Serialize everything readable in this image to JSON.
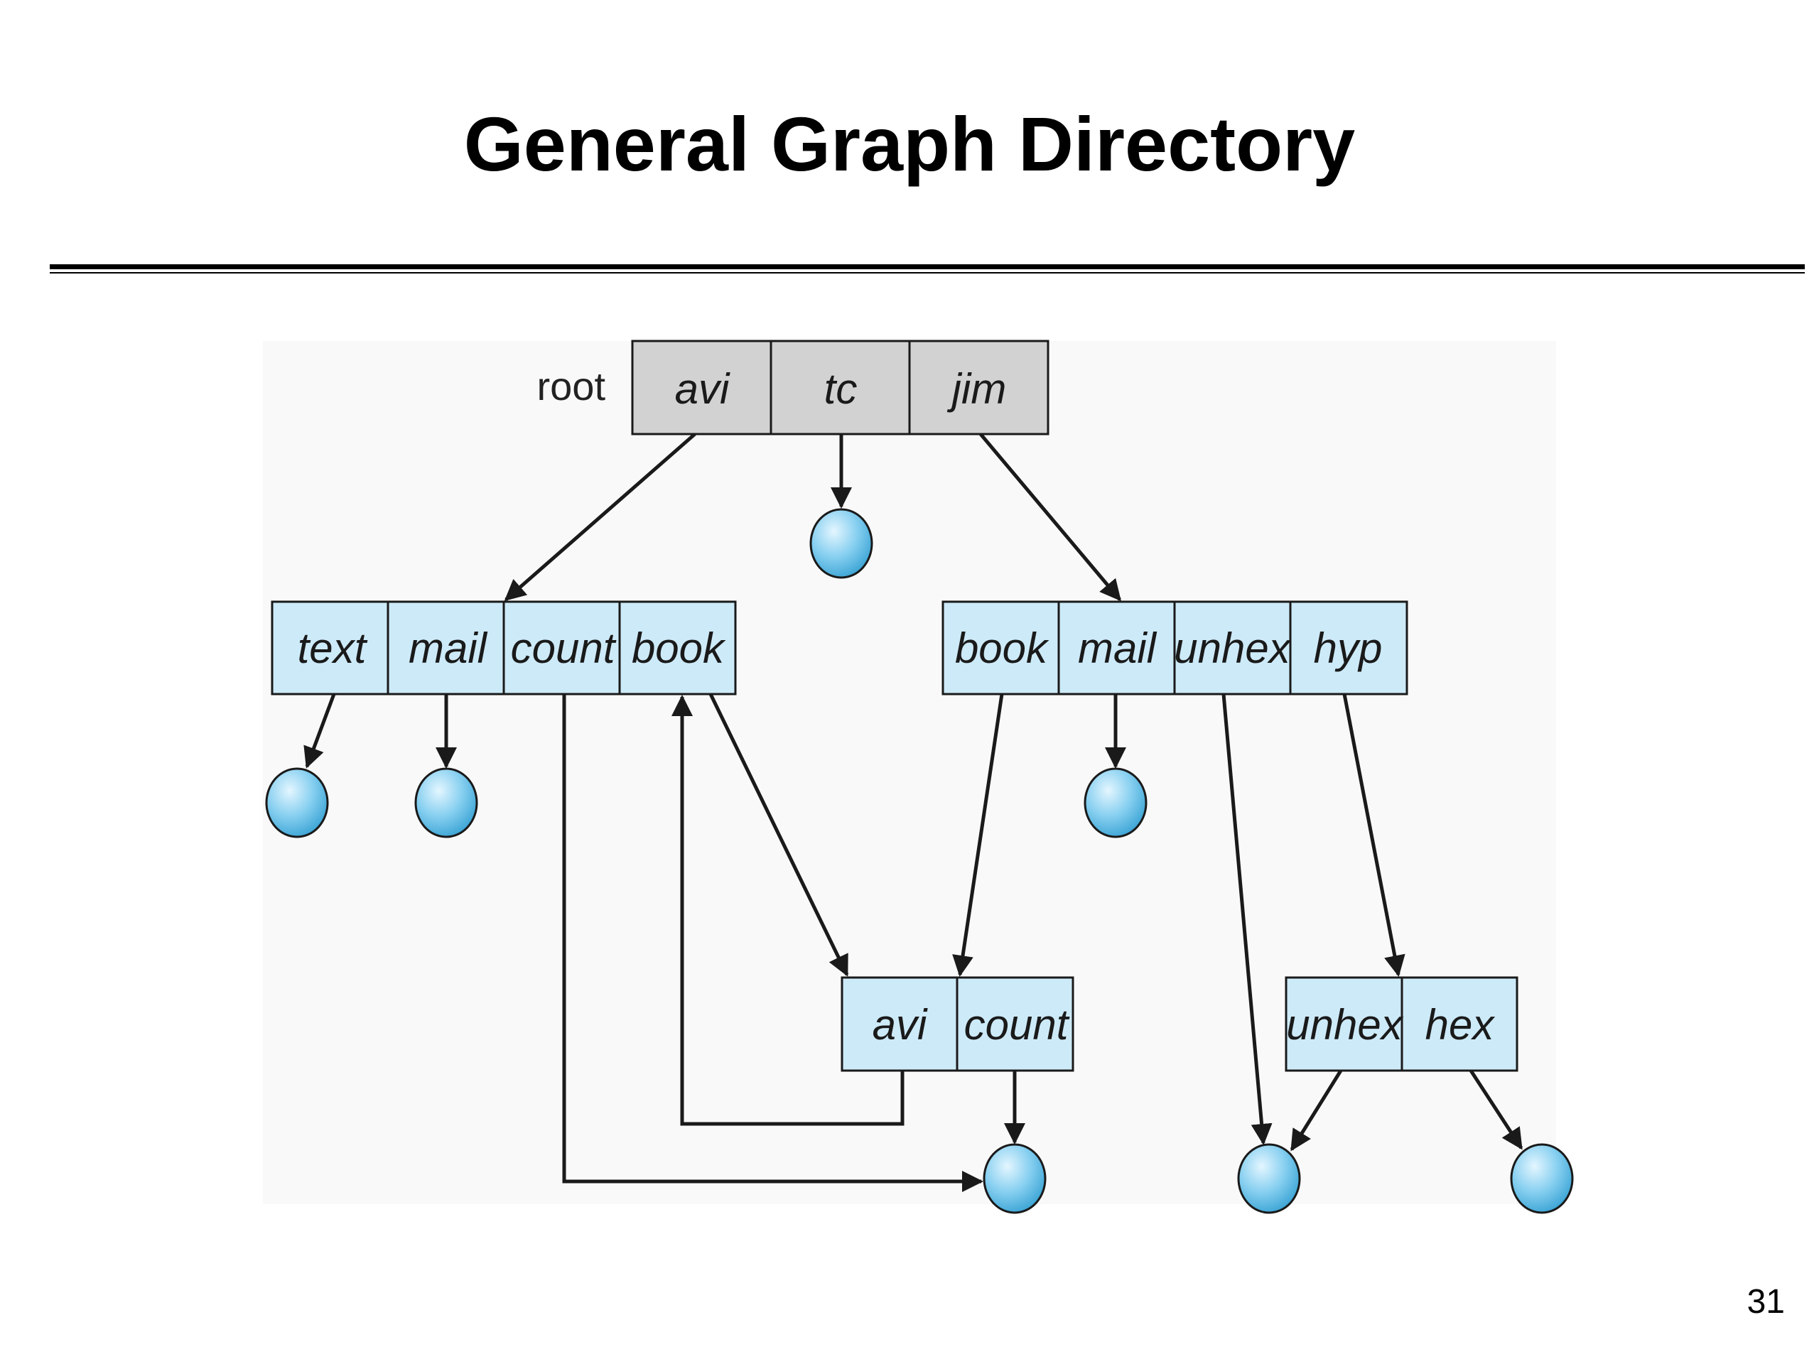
{
  "slide": {
    "title": "General Graph Directory",
    "page_number": "31"
  },
  "diagram": {
    "root_label": "root",
    "colors": {
      "root_fill": "#d2d2d2",
      "directory_fill": "#cdeaf8",
      "file_fill": "#7ecbee",
      "stroke": "#1a1a1a"
    },
    "directories": {
      "root": [
        "avi",
        "tc",
        "jim"
      ],
      "avi": [
        "text",
        "mail",
        "count",
        "book"
      ],
      "jim": [
        "book",
        "mail",
        "unhex",
        "hyp"
      ],
      "book": [
        "avi",
        "count"
      ],
      "hyp": [
        "unhex",
        "hex"
      ]
    }
  }
}
